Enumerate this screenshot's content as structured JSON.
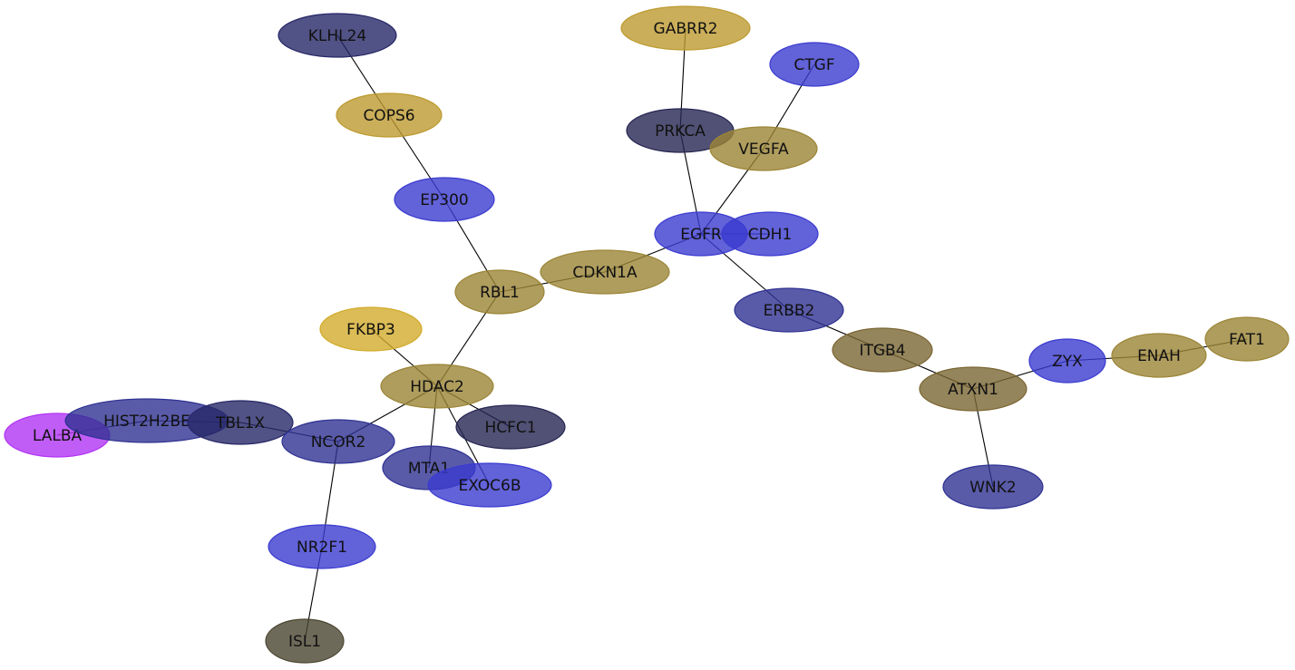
{
  "colors": {
    "blue": "#3b3bd0",
    "slate": "#2f3292",
    "navy": "#262767",
    "gold": "#bd9a30",
    "olive": "#9b8536",
    "khaki": "#7b6633",
    "darkslate": "#262552",
    "bright_gold": "#d2ab2c",
    "gray": "#4a4530",
    "magenta": "#b134f5"
  },
  "nodes": [
    {
      "id": "KLHL24",
      "label": "KLHL24",
      "color": "navy"
    },
    {
      "id": "COPS6",
      "label": "COPS6",
      "color": "gold"
    },
    {
      "id": "EP300",
      "label": "EP300",
      "color": "blue"
    },
    {
      "id": "GABRR2",
      "label": "GABRR2",
      "color": "gold"
    },
    {
      "id": "CTGF",
      "label": "CTGF",
      "color": "blue"
    },
    {
      "id": "PRKCA",
      "label": "PRKCA",
      "color": "darkslate"
    },
    {
      "id": "VEGFA",
      "label": "VEGFA",
      "color": "olive"
    },
    {
      "id": "EGFR",
      "label": "EGFR",
      "color": "blue"
    },
    {
      "id": "CDH1",
      "label": "CDH1",
      "color": "blue"
    },
    {
      "id": "CDKN1A",
      "label": "CDKN1A",
      "color": "olive"
    },
    {
      "id": "RBL1",
      "label": "RBL1",
      "color": "olive"
    },
    {
      "id": "ERBB2",
      "label": "ERBB2",
      "color": "slate"
    },
    {
      "id": "FKBP3",
      "label": "FKBP3",
      "color": "bright_gold"
    },
    {
      "id": "HDAC2",
      "label": "HDAC2",
      "color": "olive"
    },
    {
      "id": "ITGB4",
      "label": "ITGB4",
      "color": "khaki"
    },
    {
      "id": "ZYX",
      "label": "ZYX",
      "color": "blue"
    },
    {
      "id": "ENAH",
      "label": "ENAH",
      "color": "olive"
    },
    {
      "id": "FAT1",
      "label": "FAT1",
      "color": "olive"
    },
    {
      "id": "ATXN1",
      "label": "ATXN1",
      "color": "khaki"
    },
    {
      "id": "HIST2H2BE",
      "label": "HIST2H2BE",
      "color": "slate"
    },
    {
      "id": "TBL1X",
      "label": "TBL1X",
      "color": "navy"
    },
    {
      "id": "LALBA",
      "label": "LALBA",
      "color": "magenta"
    },
    {
      "id": "HCFC1",
      "label": "HCFC1",
      "color": "darkslate"
    },
    {
      "id": "NCOR2",
      "label": "NCOR2",
      "color": "slate"
    },
    {
      "id": "MTA1",
      "label": "MTA1",
      "color": "slate"
    },
    {
      "id": "EXOC6B",
      "label": "EXOC6B",
      "color": "blue"
    },
    {
      "id": "WNK2",
      "label": "WNK2",
      "color": "slate"
    },
    {
      "id": "NR2F1",
      "label": "NR2F1",
      "color": "blue"
    },
    {
      "id": "ISL1",
      "label": "ISL1",
      "color": "gray"
    }
  ],
  "edges": [
    [
      "KLHL24",
      "COPS6"
    ],
    [
      "COPS6",
      "EP300"
    ],
    [
      "EP300",
      "RBL1"
    ],
    [
      "GABRR2",
      "PRKCA"
    ],
    [
      "CTGF",
      "VEGFA"
    ],
    [
      "PRKCA",
      "EGFR"
    ],
    [
      "VEGFA",
      "EGFR"
    ],
    [
      "EGFR",
      "CDH1"
    ],
    [
      "EGFR",
      "CDKN1A"
    ],
    [
      "EGFR",
      "ERBB2"
    ],
    [
      "CDKN1A",
      "RBL1"
    ],
    [
      "RBL1",
      "HDAC2"
    ],
    [
      "FKBP3",
      "HDAC2"
    ],
    [
      "HDAC2",
      "NCOR2"
    ],
    [
      "HDAC2",
      "HCFC1"
    ],
    [
      "HDAC2",
      "MTA1"
    ],
    [
      "HDAC2",
      "EXOC6B"
    ],
    [
      "ERBB2",
      "ITGB4"
    ],
    [
      "ITGB4",
      "ATXN1"
    ],
    [
      "ATXN1",
      "ZYX"
    ],
    [
      "ATXN1",
      "WNK2"
    ],
    [
      "ZYX",
      "ENAH"
    ],
    [
      "ENAH",
      "FAT1"
    ],
    [
      "NCOR2",
      "TBL1X"
    ],
    [
      "TBL1X",
      "HIST2H2BE"
    ],
    [
      "HIST2H2BE",
      "LALBA"
    ],
    [
      "NCOR2",
      "NR2F1"
    ],
    [
      "NR2F1",
      "ISL1"
    ]
  ]
}
